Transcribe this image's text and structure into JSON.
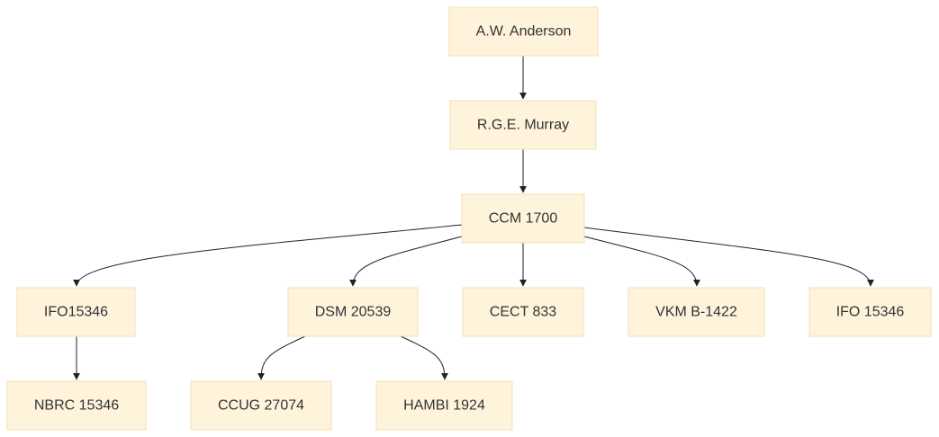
{
  "nodes": {
    "anderson": "A.W. Anderson",
    "murray": "R.G.E. Murray",
    "ccm1700": "CCM 1700",
    "ifo15346a": "IFO15346",
    "dsm20539": "DSM 20539",
    "cect833": "CECT 833",
    "vkmb1422": "VKM B-1422",
    "ifo15346b": "IFO 15346",
    "nbrc15346": "NBRC 15346",
    "ccug27074": "CCUG 27074",
    "hambi1924": "HAMBI 1924"
  },
  "edges": [
    [
      "anderson",
      "murray"
    ],
    [
      "murray",
      "ccm1700"
    ],
    [
      "ccm1700",
      "ifo15346a"
    ],
    [
      "ccm1700",
      "dsm20539"
    ],
    [
      "ccm1700",
      "cect833"
    ],
    [
      "ccm1700",
      "vkmb1422"
    ],
    [
      "ccm1700",
      "ifo15346b"
    ],
    [
      "ifo15346a",
      "nbrc15346"
    ],
    [
      "dsm20539",
      "ccug27074"
    ],
    [
      "dsm20539",
      "hambi1924"
    ]
  ]
}
